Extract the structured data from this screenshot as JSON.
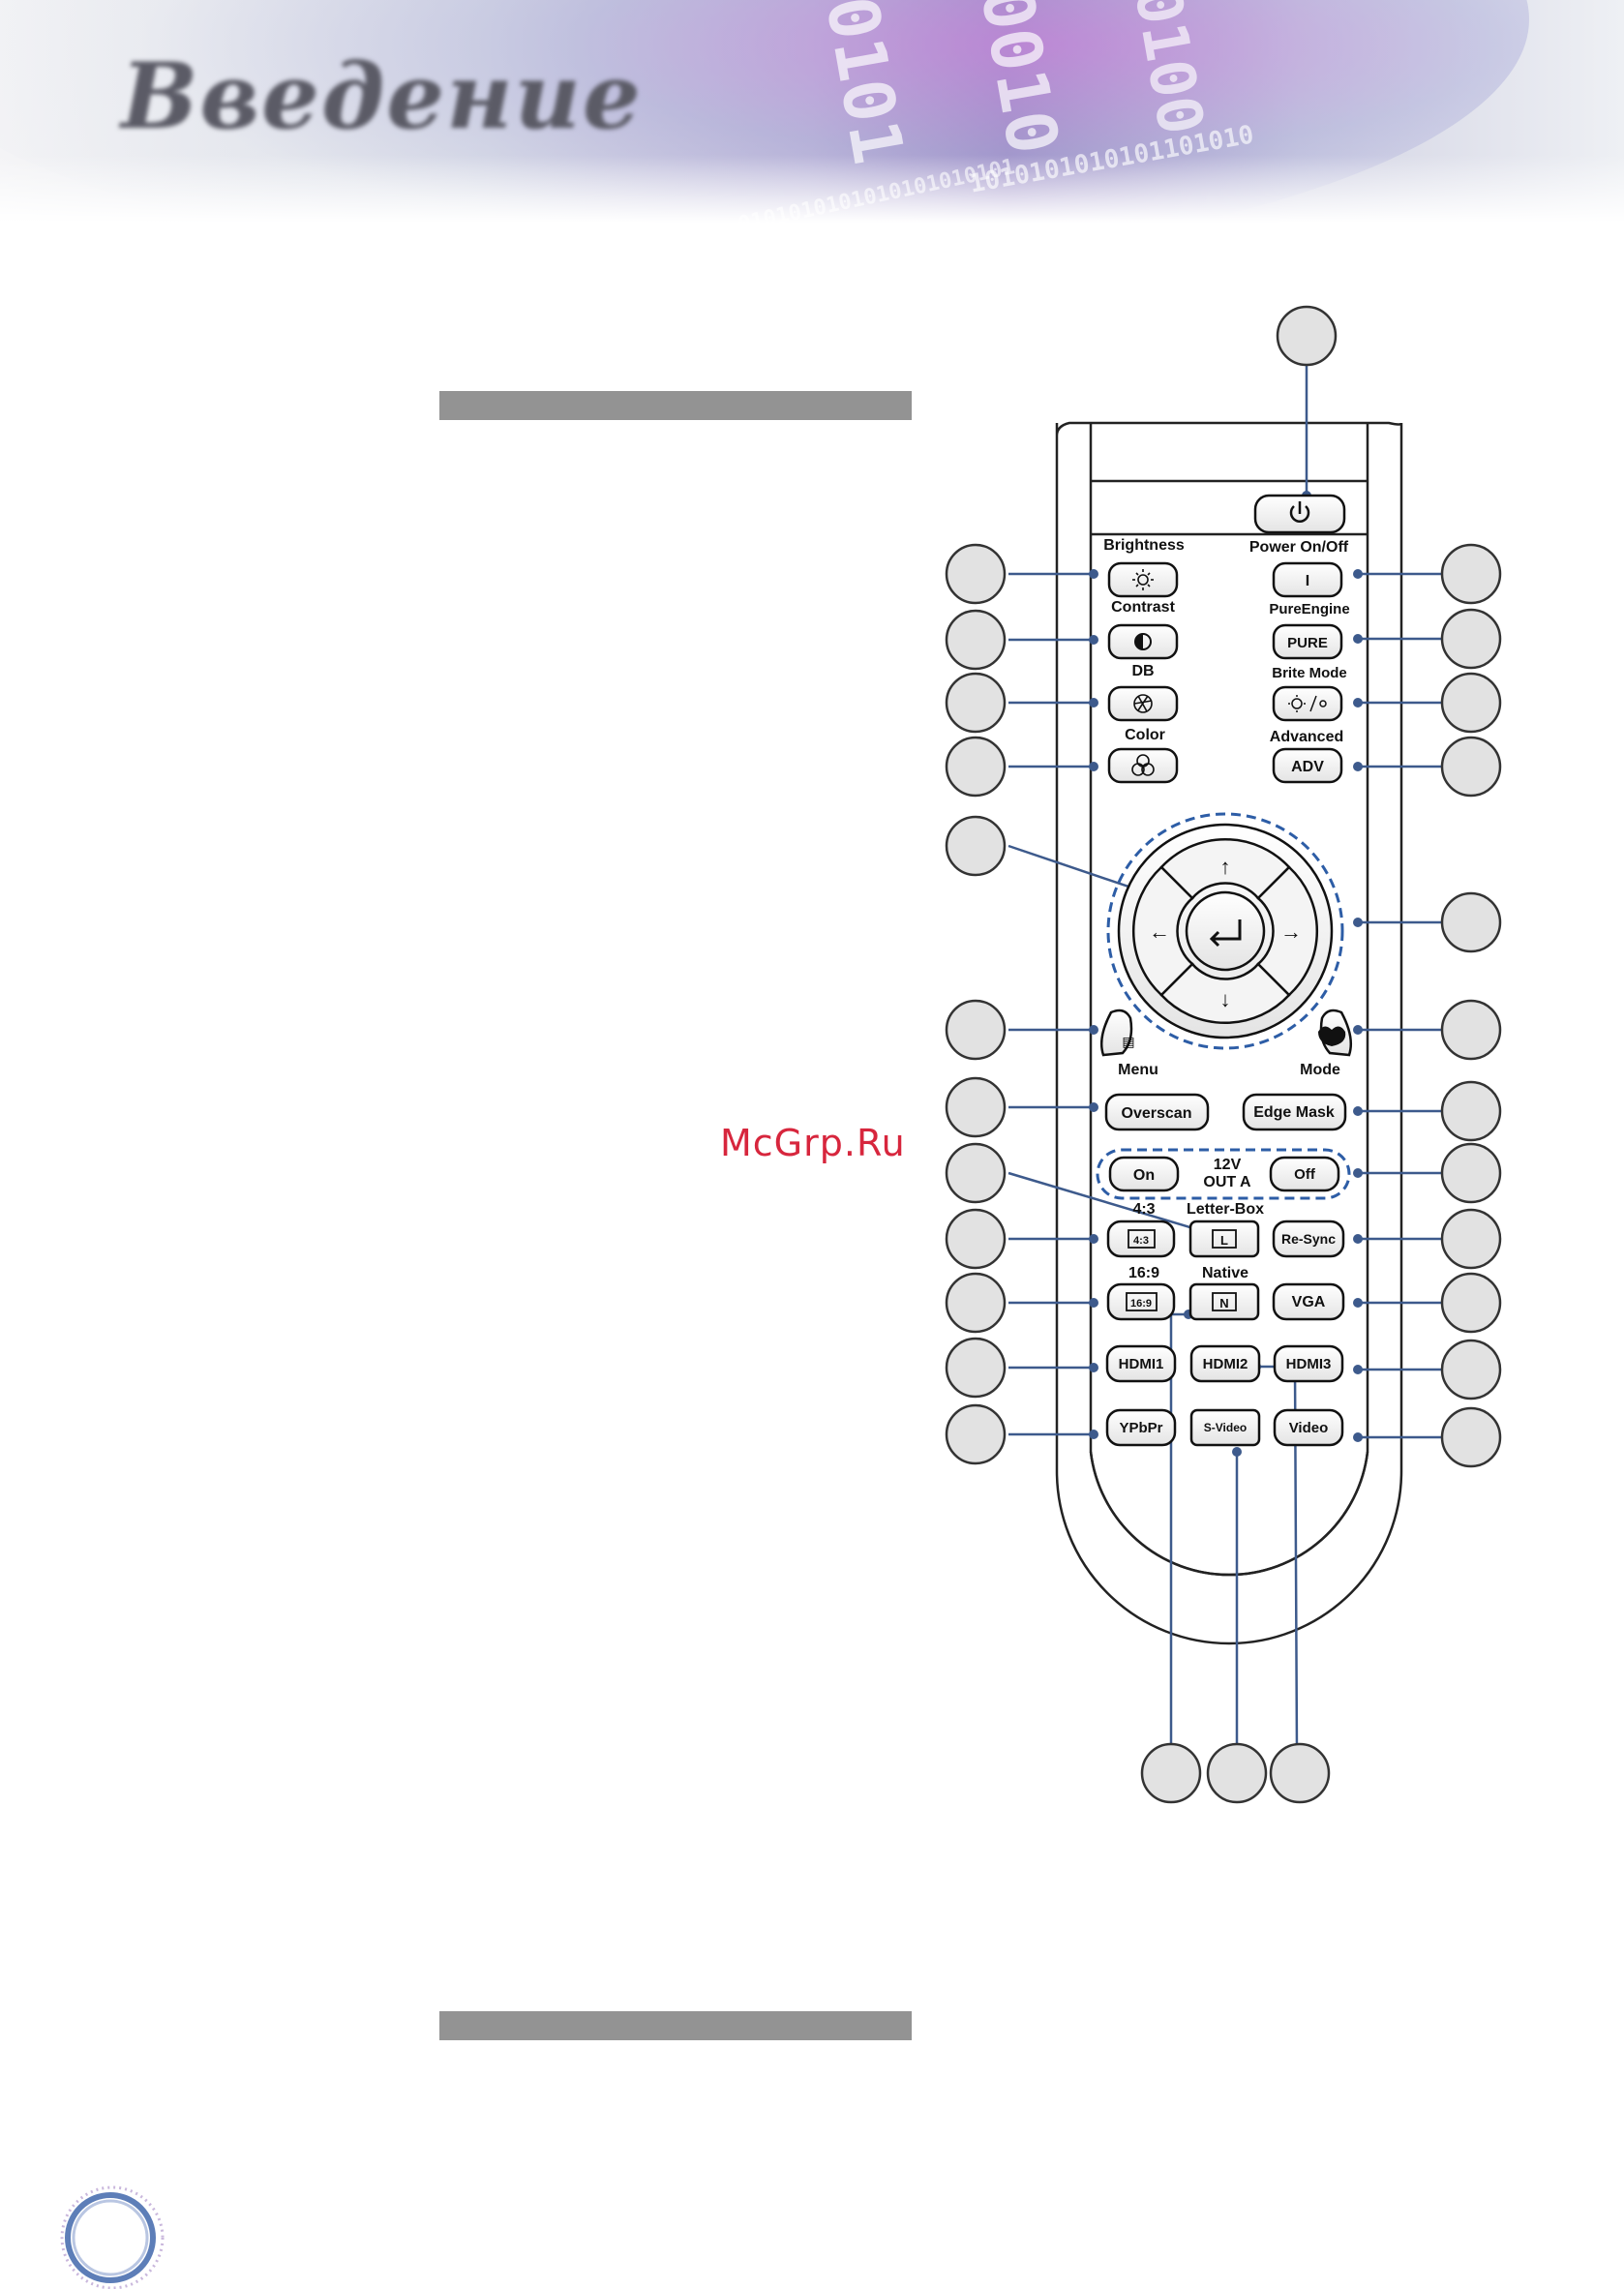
{
  "header": {
    "title": "Введение"
  },
  "watermark": "McGrp.Ru",
  "remote": {
    "labels": {
      "brightness": "Brightness",
      "power": "Power On/Off",
      "contrast": "Contrast",
      "pure_engine": "PureEngine",
      "db": "DB",
      "brite_mode": "Brite Mode",
      "color": "Color",
      "advanced": "Advanced",
      "menu": "Menu",
      "mode": "Mode",
      "twelve_v": "12V",
      "out_a": "OUT A",
      "ratio_43": "4:3",
      "letter_box": "Letter-Box",
      "ratio_169": "16:9",
      "native": "Native"
    },
    "buttons": {
      "power_on": "I",
      "pure": "PURE",
      "adv": "ADV",
      "overscan": "Overscan",
      "edge_mask": "Edge Mask",
      "on": "On",
      "off": "Off",
      "ratio_43": "4:3",
      "letter_box": "L",
      "re_sync": "Re-Sync",
      "ratio_169": "16:9",
      "native": "N",
      "vga": "VGA",
      "hdmi1": "HDMI1",
      "hdmi2": "HDMI2",
      "hdmi3": "HDMI3",
      "ypbpr": "YPbPr",
      "s_video": "S-Video",
      "video": "Video"
    }
  }
}
